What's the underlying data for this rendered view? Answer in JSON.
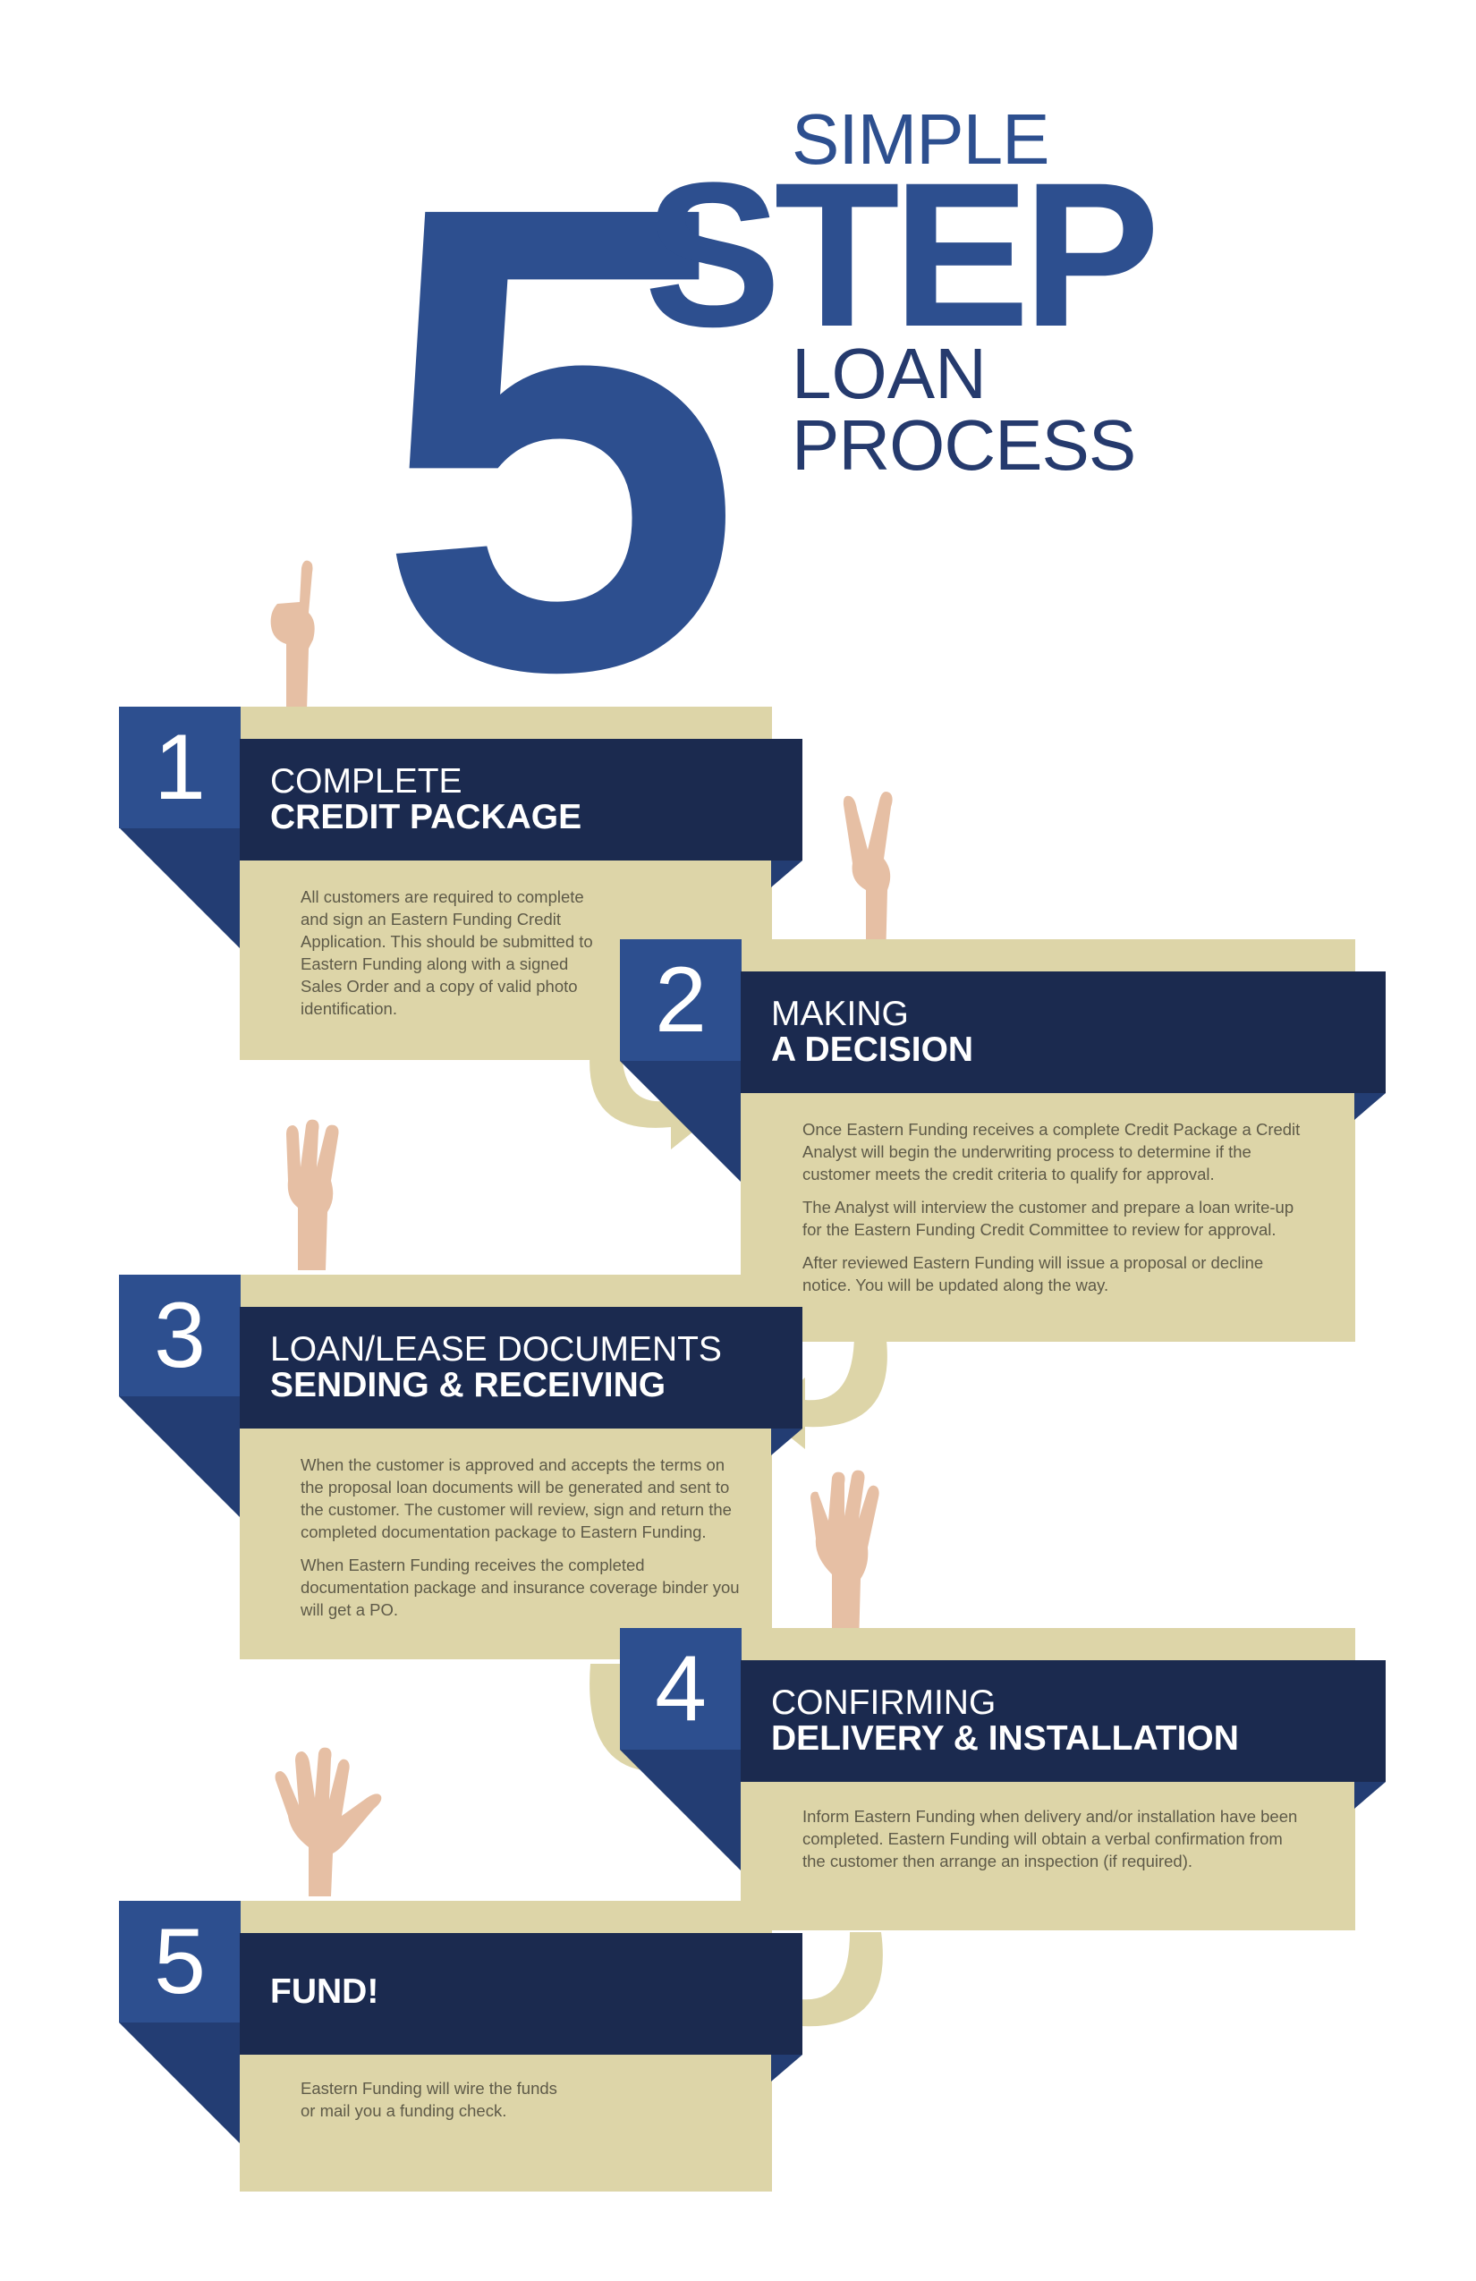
{
  "header": {
    "big_number": "5",
    "line_simple": "SIMPLE",
    "line_step": "STEP",
    "line_loan": "LOAN",
    "line_process": "PROCESS"
  },
  "colors": {
    "navy": "#1b2a4f",
    "blue": "#2d4f8f",
    "tan": "#ddd5a8",
    "text": "#5e5a48"
  },
  "steps": [
    {
      "number": "1",
      "title1": "COMPLETE",
      "title2": "CREDIT PACKAGE",
      "paragraphs": [
        "All customers are required to complete and sign an Eastern Funding Credit Application. This should be submitted to Eastern Funding along with a signed Sales Order and a copy of valid photo identification."
      ]
    },
    {
      "number": "2",
      "title1": "MAKING",
      "title2": "A DECISION",
      "paragraphs": [
        "Once Eastern Funding receives a complete Credit Package a Credit Analyst will begin the underwriting process to determine if the customer meets the credit criteria to qualify for approval.",
        "The Analyst will interview the customer and prepare a loan write-up for the Eastern Funding Credit Committee to review for approval.",
        "After reviewed Eastern Funding will issue a proposal or decline notice. You will be updated along the way."
      ]
    },
    {
      "number": "3",
      "title1": "LOAN/LEASE DOCUMENTS",
      "title2": "SENDING & RECEIVING",
      "paragraphs": [
        "When the customer is approved and accepts the terms on the proposal loan documents will be generated and sent to the customer. The customer will review, sign and return the completed documentation package to Eastern Funding.",
        "When Eastern Funding receives the completed documentation package and insurance coverage binder you will get a PO."
      ]
    },
    {
      "number": "4",
      "title1": "CONFIRMING",
      "title2": "DELIVERY & INSTALLATION",
      "paragraphs": [
        "Inform Eastern Funding when delivery and/or installation have been completed. Eastern Funding will obtain a verbal confirmation from the customer then arrange an inspection (if required)."
      ]
    },
    {
      "number": "5",
      "title1": "",
      "title2": "FUND!",
      "paragraphs": [
        "Eastern Funding will wire the funds or mail you a funding check."
      ]
    }
  ]
}
